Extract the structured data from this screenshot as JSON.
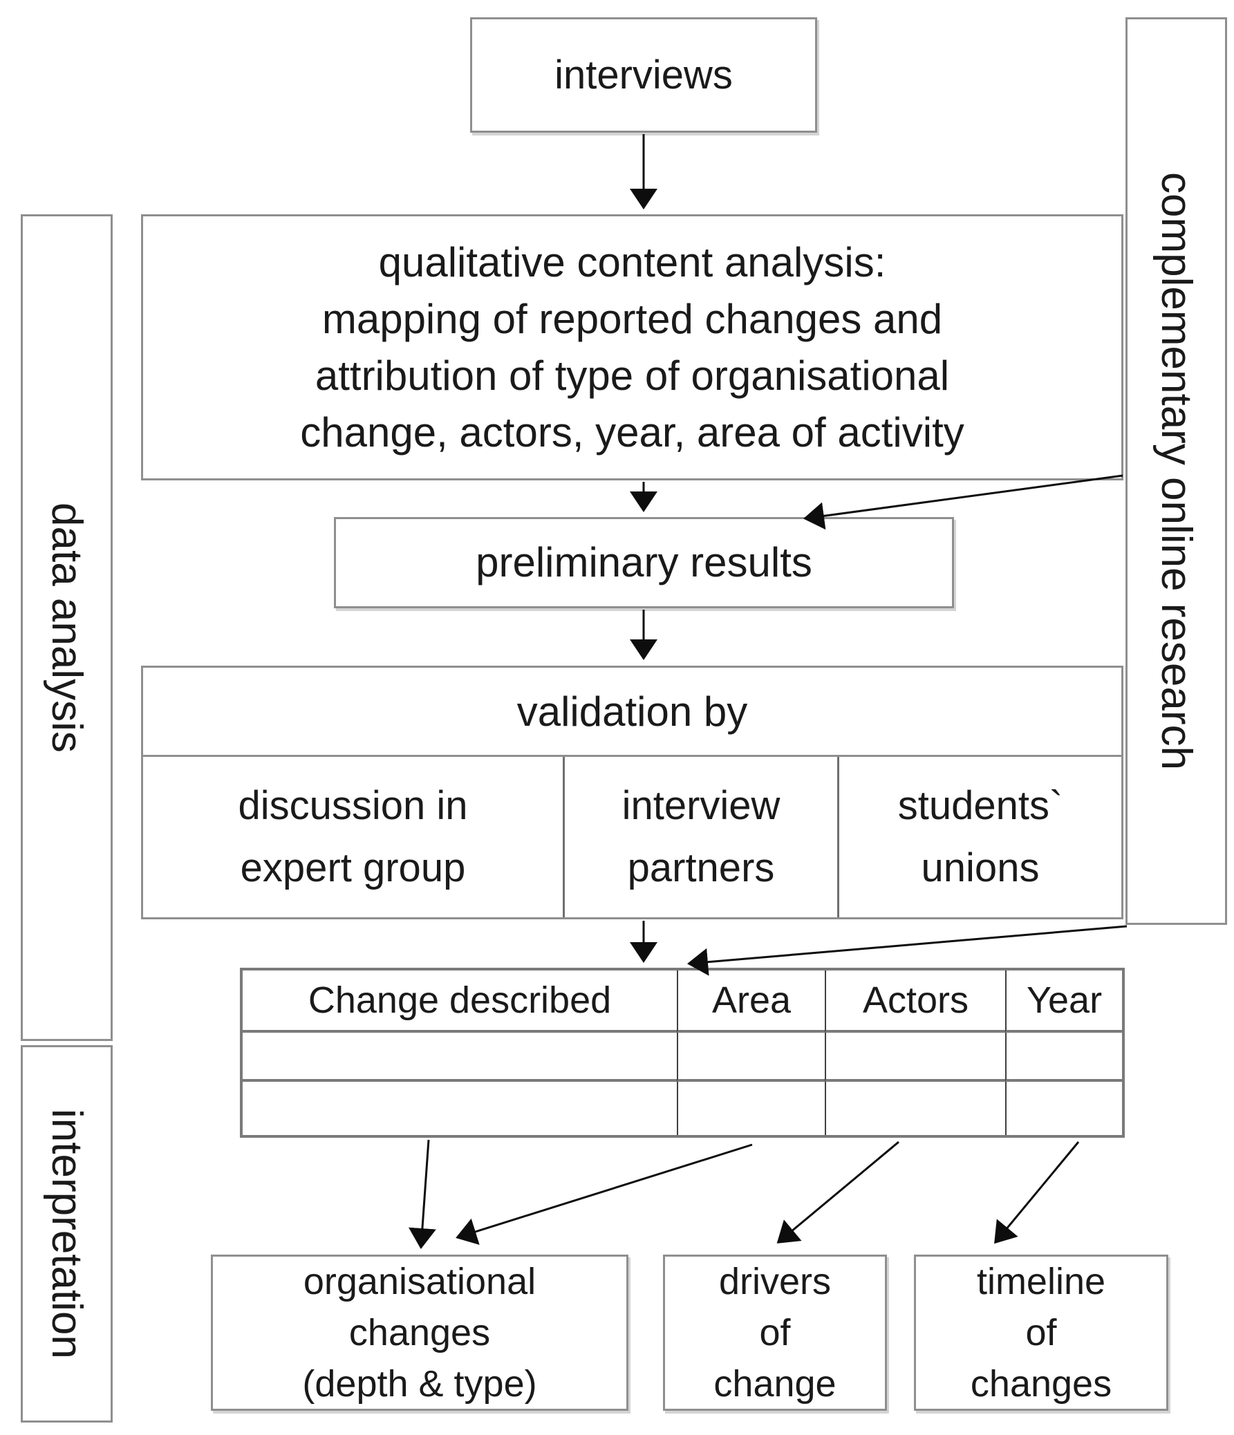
{
  "diagram": {
    "nodes": {
      "interviews": {
        "label": "interviews"
      },
      "analysis": {
        "lines": [
          "qualitative content analysis:",
          "mapping of reported changes and",
          "attribution of type of organisational",
          "change, actors, year, area of activity"
        ]
      },
      "preliminary": {
        "label": "preliminary results"
      },
      "validation": {
        "header": "validation by",
        "validators": [
          {
            "lines": [
              "discussion in",
              "expert group"
            ]
          },
          {
            "lines": [
              "interview",
              "partners"
            ]
          },
          {
            "lines": [
              "students`",
              "unions"
            ]
          }
        ]
      },
      "side_labels": {
        "left_top": "data analysis",
        "left_bottom": "interpretation",
        "right": "complementary online research"
      },
      "outputs": [
        {
          "lines": [
            "organisational",
            "changes",
            "(depth & type)"
          ]
        },
        {
          "lines": [
            "drivers",
            "of",
            "change"
          ]
        },
        {
          "lines": [
            "timeline",
            "of",
            "changes"
          ]
        }
      ]
    },
    "table": {
      "headers": [
        "Change described",
        "Area",
        "Actors",
        "Year"
      ],
      "rows": [
        [
          "",
          "",
          "",
          ""
        ],
        [
          "",
          "",
          "",
          ""
        ]
      ]
    },
    "edges": [
      {
        "from": "interviews",
        "to": "qualitative-content-analysis"
      },
      {
        "from": "qualitative-content-analysis",
        "to": "preliminary-results"
      },
      {
        "from": "complementary-online-research",
        "to": "preliminary-results"
      },
      {
        "from": "preliminary-results",
        "to": "validation-by"
      },
      {
        "from": "validation-by",
        "to": "change-table"
      },
      {
        "from": "complementary-online-research",
        "to": "change-table"
      },
      {
        "from": "change-table-change-described",
        "to": "organisational-changes"
      },
      {
        "from": "change-table-area",
        "to": "organisational-changes"
      },
      {
        "from": "change-table-actors",
        "to": "drivers-of-change"
      },
      {
        "from": "change-table-year",
        "to": "timeline-of-changes"
      }
    ],
    "colors": {
      "background": "#ffffff",
      "box_border": "#8f8f8f",
      "grid_line_dark": "#3f3f3f",
      "arrow": "#0d0d0d",
      "text": "#1a1a1a"
    }
  }
}
